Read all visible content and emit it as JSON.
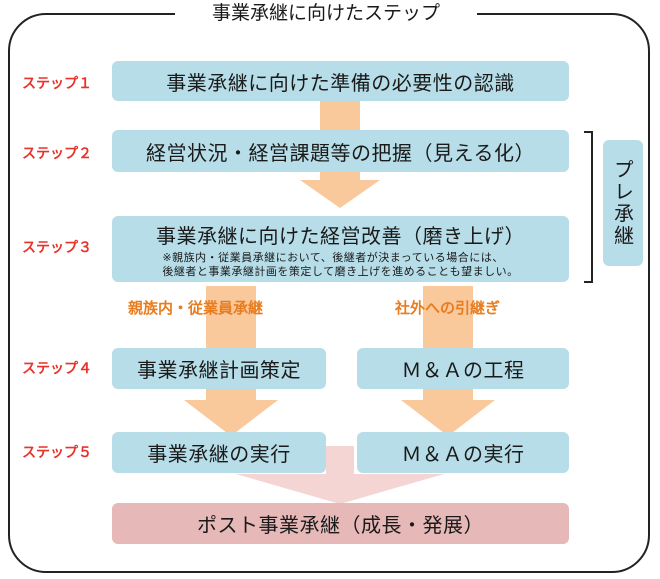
{
  "title": "事業承継に向けたステップ",
  "steps": [
    {
      "label": "ステップ１",
      "text": "事業承継に向けた準備の必要性の認識"
    },
    {
      "label": "ステップ２",
      "text": "経営状況・経営課題等の把握（見える化）"
    },
    {
      "label": "ステップ３",
      "text": "事業承継に向けた経営改善（磨き上げ）",
      "note_line1": "※親族内・従業員承継において、後継者が決まっている場合には、",
      "note_line2": "後継者と事業承継計画を策定して磨き上げを進めることも望ましい。"
    },
    {
      "label": "ステップ４",
      "left": "事業承継計画策定",
      "right": "Ｍ＆Ａの工程"
    },
    {
      "label": "ステップ５",
      "left": "事業承継の実行",
      "right": "Ｍ＆Ａの実行"
    }
  ],
  "routes": {
    "left": "親族内・従業員承継",
    "right": "社外への引継ぎ"
  },
  "goal": "ポスト事業承継（成長・発展）",
  "side_label": "プレ承継",
  "colors": {
    "box": "#b7dde8",
    "goal": "#e6b9b8",
    "arrow": "#f9c89b",
    "step": "#e8332a",
    "route": "#e87d20"
  }
}
